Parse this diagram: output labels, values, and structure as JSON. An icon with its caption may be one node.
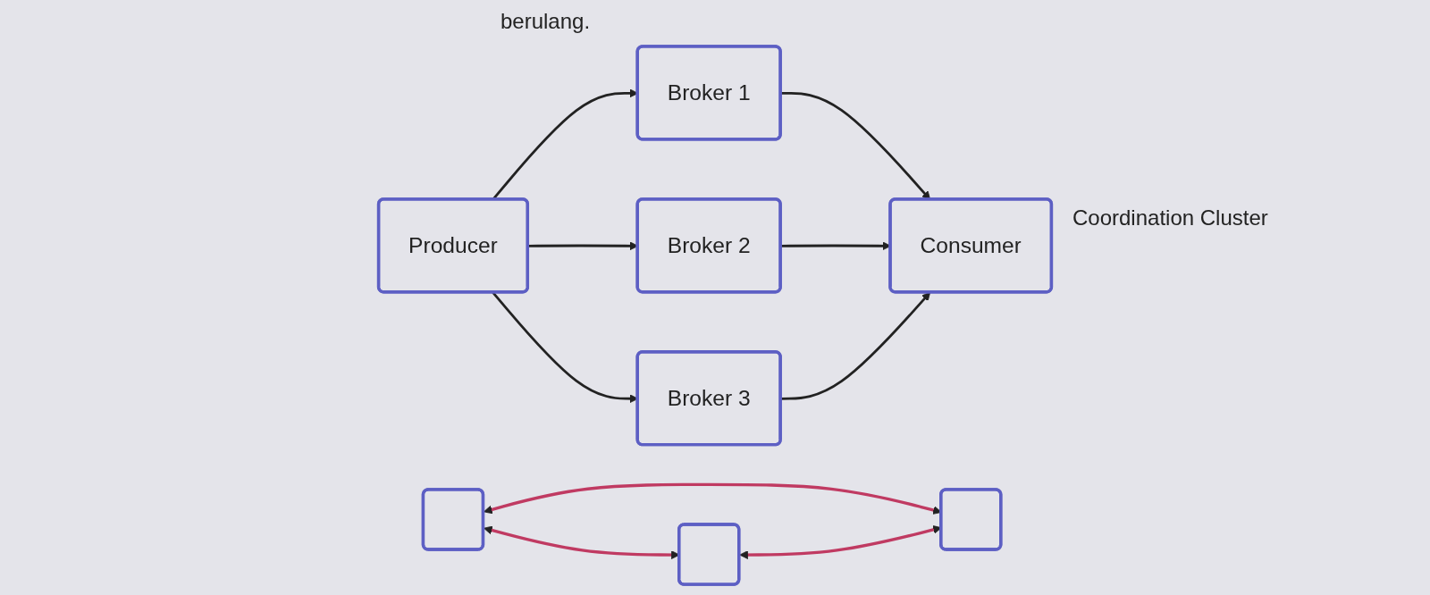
{
  "diagram": {
    "nodes": [
      {
        "text": [
          "Producer"
        ]
      },
      {
        "text": [
          "Broker 1"
        ]
      },
      {
        "text": [
          "Broker 2"
        ]
      },
      {
        "text": [
          "Broker 3"
        ]
      },
      {
        "text": [
          "Consumer"
        ]
      },
      {
        "text": [],
        "shape": "box"
      },
      {
        "text": [],
        "shape": "box"
      },
      {
        "text": [],
        "shape": "box"
      }
    ],
    "edges": [
      {
        "from": 0,
        "to": 1,
        "arrow": "to"
      },
      {
        "from": 0,
        "to": 2,
        "arrow": "to"
      },
      {
        "from": 0,
        "to": 3,
        "arrow": "to"
      },
      {
        "from": 1,
        "to": 4,
        "arrow": "to"
      },
      {
        "from": 2,
        "to": 4,
        "arrow": "to"
      },
      {
        "from": 3,
        "to": 4,
        "arrow": "to"
      },
      {
        "from": 5,
        "to": 7,
        "arrow": "both",
        "color": "#c03a62"
      },
      {
        "from": 5,
        "to": 6,
        "arrow": "both",
        "color": "#c03a62"
      },
      {
        "from": 6,
        "to": 7,
        "arrow": "both",
        "color": "#c03a62"
      }
    ],
    "labels": [
      "berulang.",
      "Coordination Cluster"
    ]
  }
}
